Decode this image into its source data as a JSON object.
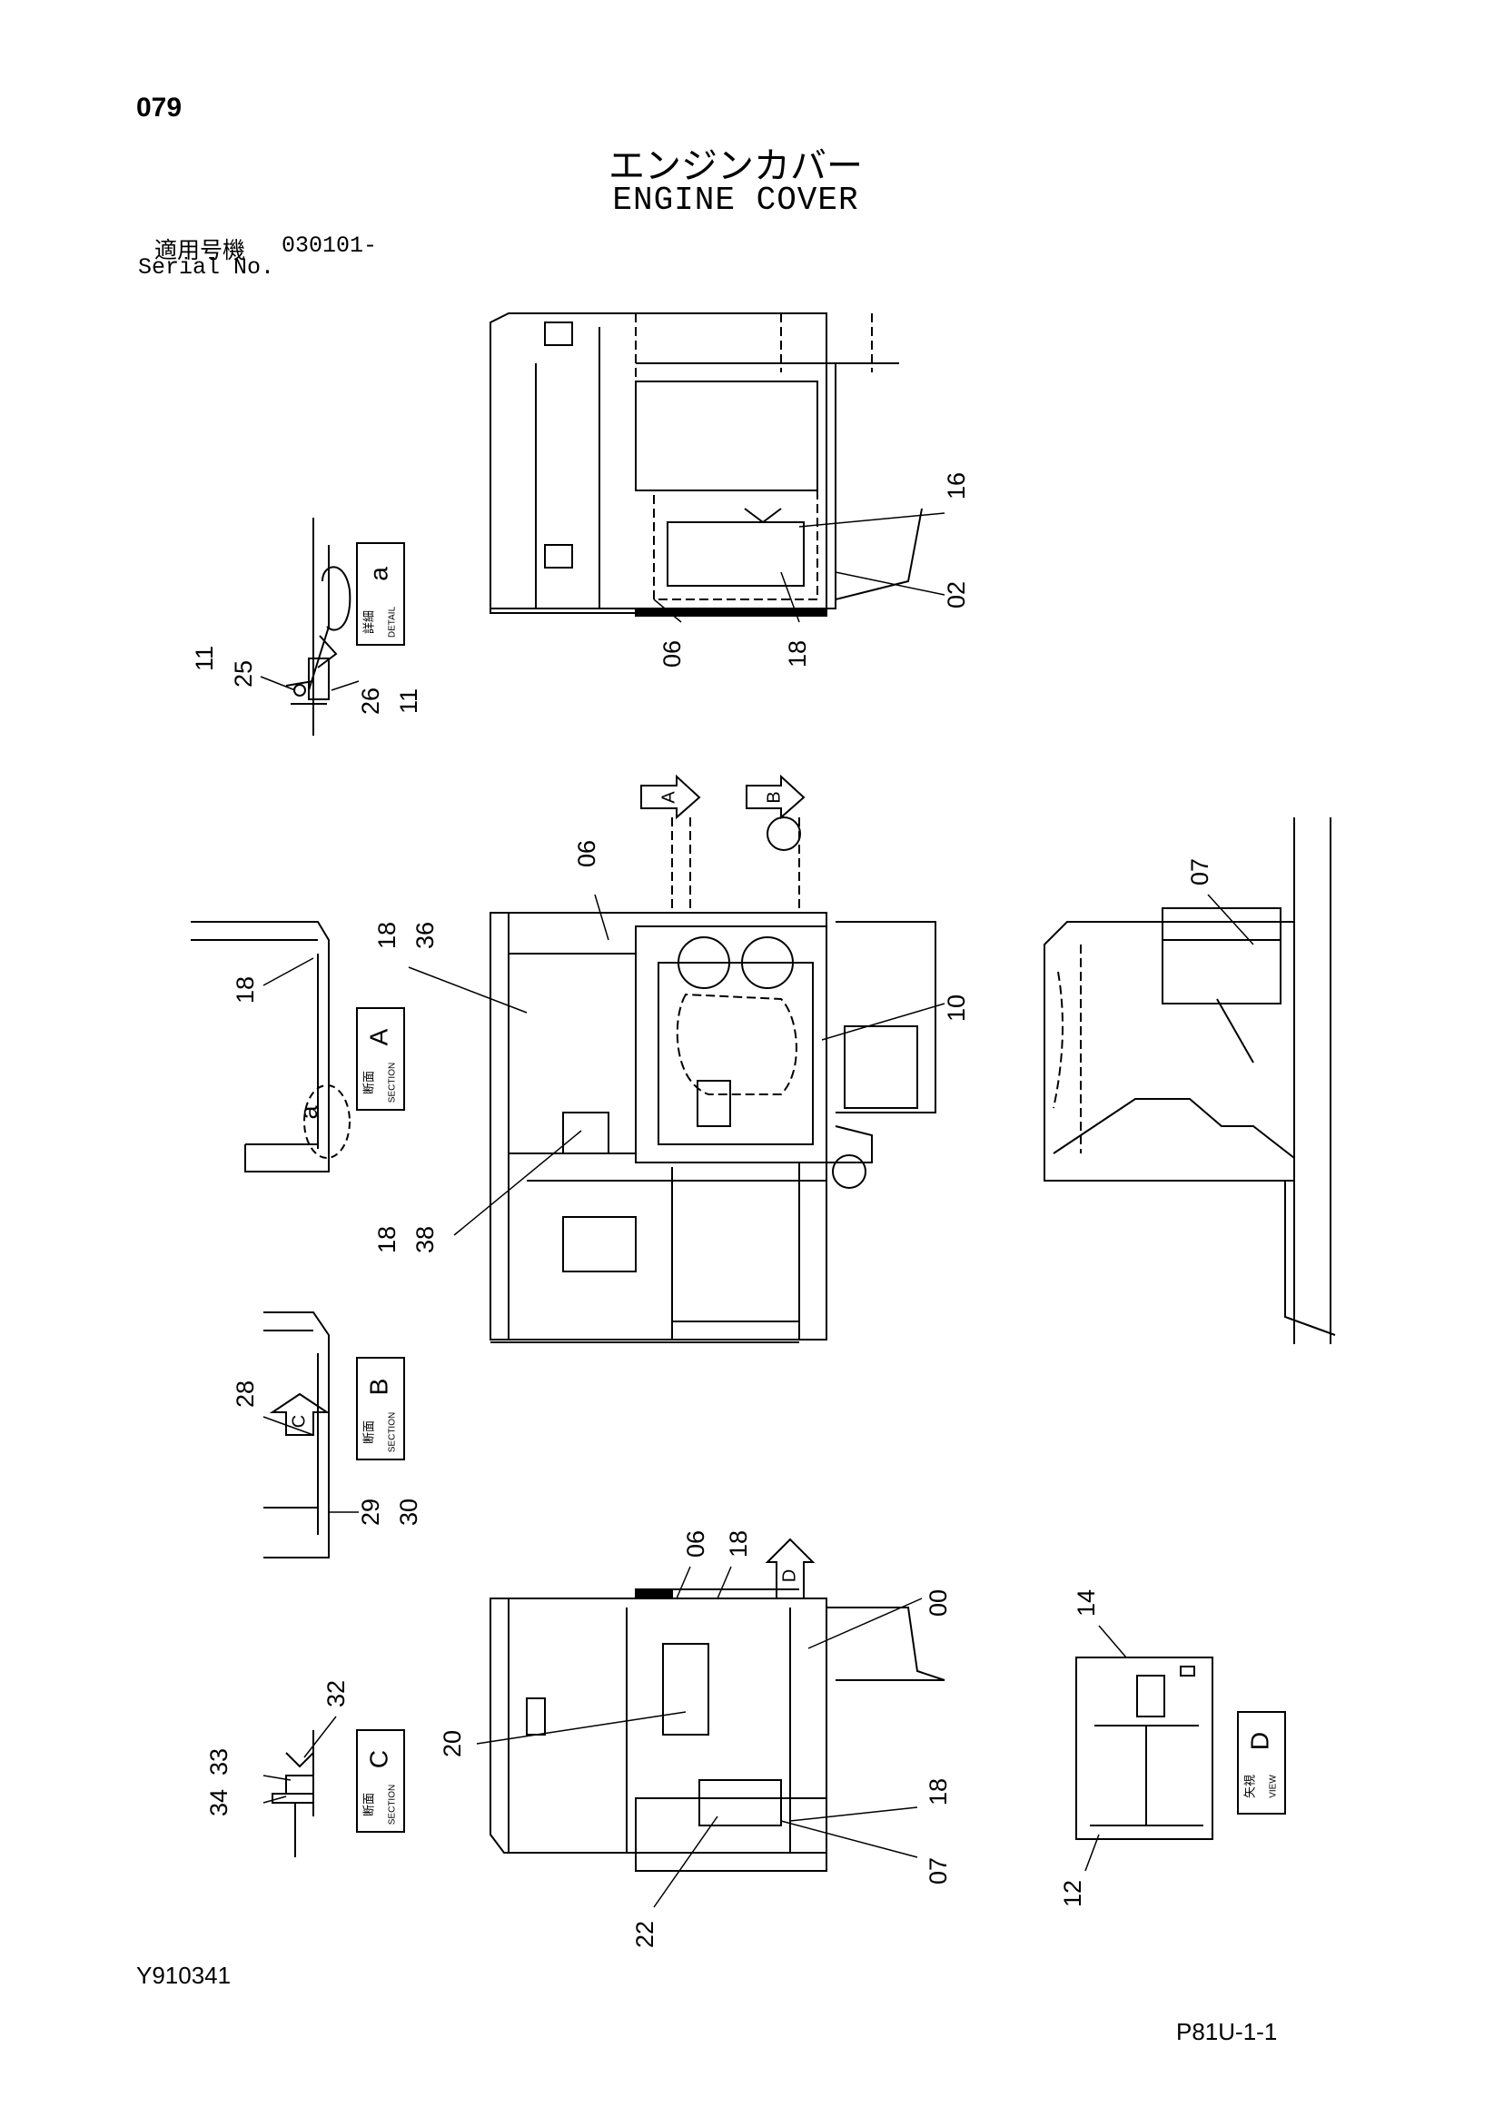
{
  "header": {
    "page_number": "079",
    "title_jp": "エンジンカバー",
    "title_en": "ENGINE COVER",
    "serial_label_jp": "適用号機",
    "serial_code": "030101-",
    "serial_label_en": "Serial No."
  },
  "footer": {
    "drawing_number": "Y910341",
    "page_code": "P81U-1-1"
  },
  "callouts": {
    "top_view": [
      "16",
      "02",
      "06",
      "18"
    ],
    "detail_a": [
      "11",
      "25",
      "26",
      "11"
    ],
    "center_view": [
      "06",
      "18",
      "36",
      "10",
      "18",
      "38"
    ],
    "arrows": [
      "A",
      "B",
      "C",
      "D"
    ],
    "right_view": [
      "07"
    ],
    "section_a": [
      "18",
      "a"
    ],
    "section_b": [
      "28",
      "29",
      "30"
    ],
    "bottom_view": [
      "06",
      "18",
      "00",
      "20",
      "18",
      "07",
      "22"
    ],
    "section_c": [
      "32",
      "33",
      "34"
    ],
    "view_d": [
      "14",
      "12"
    ]
  },
  "boxes": {
    "detail_a": {
      "jp": "詳細",
      "en": "DETAIL",
      "letter": "a"
    },
    "section_a": {
      "jp": "断面",
      "en": "SECTION",
      "letter": "A"
    },
    "section_b": {
      "jp": "断面",
      "en": "SECTION",
      "letter": "B"
    },
    "section_c": {
      "jp": "断面",
      "en": "SECTION",
      "letter": "C"
    },
    "view_d": {
      "jp": "矢視",
      "en": "VIEW",
      "letter": "D"
    }
  },
  "colors": {
    "ink": "#000000",
    "paper": "#ffffff"
  }
}
